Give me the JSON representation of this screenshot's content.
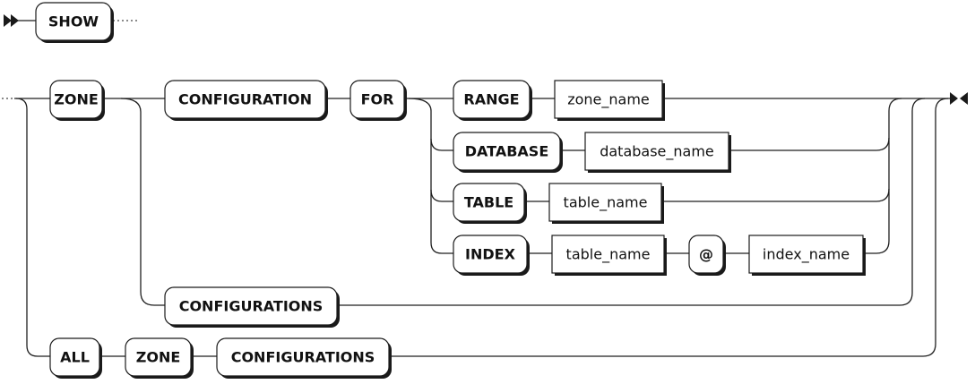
{
  "statement": {
    "show": "SHOW"
  },
  "branch_zone": {
    "zone": "ZONE",
    "configuration": "CONFIGURATION",
    "for": "FOR",
    "range": "RANGE",
    "zone_name": "zone_name",
    "database": "DATABASE",
    "database_name": "database_name",
    "table": "TABLE",
    "table_name": "table_name",
    "index": "INDEX",
    "index_table_name": "table_name",
    "at": "@",
    "index_name": "index_name",
    "configurations": "CONFIGURATIONS"
  },
  "branch_all": {
    "all": "ALL",
    "zone": "ZONE",
    "configurations": "CONFIGURATIONS"
  }
}
